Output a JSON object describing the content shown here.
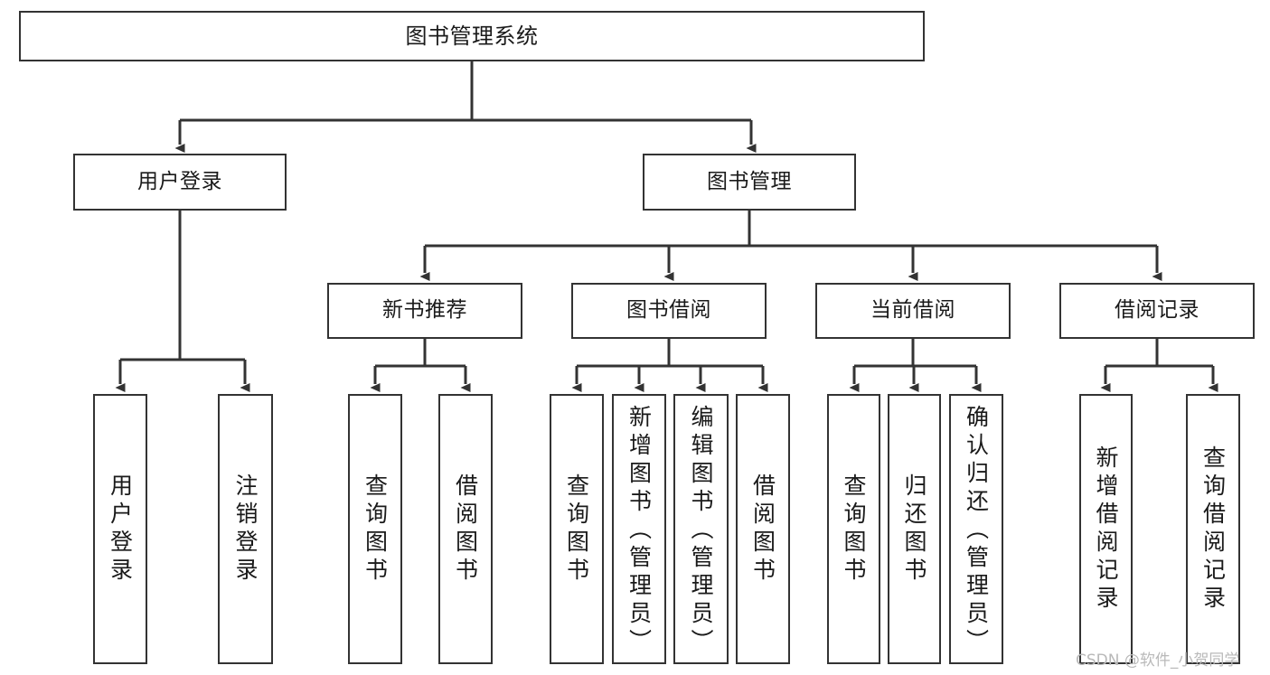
{
  "diagram": {
    "type": "tree-structure-chart",
    "title": "图书管理系统",
    "watermark": "CSDN @软件_小贺同学",
    "colors": {
      "stroke": "#333333",
      "fill": "#ffffff",
      "text": "#1a1a1a",
      "watermark": "#b9b9b9"
    },
    "nodes": {
      "root": {
        "label": "图书管理系统"
      },
      "level2": [
        {
          "id": "user-login",
          "label": "用户登录"
        },
        {
          "id": "book-manage",
          "label": "图书管理"
        }
      ],
      "level3": [
        {
          "id": "new-book-rec",
          "label": "新书推荐"
        },
        {
          "id": "book-borrow",
          "label": "图书借阅"
        },
        {
          "id": "current-borrow",
          "label": "当前借阅"
        },
        {
          "id": "borrow-record",
          "label": "借阅记录"
        }
      ],
      "leaves": {
        "user_login": [
          {
            "id": "leaf-user-login",
            "label": "用户登录"
          },
          {
            "id": "leaf-logout-login",
            "label": "注销登录"
          }
        ],
        "new_book_rec": [
          {
            "id": "leaf-query-book-1",
            "label": "查询图书"
          },
          {
            "id": "leaf-borrow-book-1",
            "label": "借阅图书"
          }
        ],
        "book_borrow": [
          {
            "id": "leaf-query-book-2",
            "label": "查询图书"
          },
          {
            "id": "leaf-add-book",
            "label": "新增图书（管理员）"
          },
          {
            "id": "leaf-edit-book",
            "label": "编辑图书（管理员）"
          },
          {
            "id": "leaf-borrow-book-2",
            "label": "借阅图书"
          }
        ],
        "current_borrow": [
          {
            "id": "leaf-query-book-3",
            "label": "查询图书"
          },
          {
            "id": "leaf-return-book",
            "label": "归还图书"
          },
          {
            "id": "leaf-confirm-return",
            "label": "确认归还（管理员）"
          }
        ],
        "borrow_record": [
          {
            "id": "leaf-add-record",
            "label": "新增借阅记录"
          },
          {
            "id": "leaf-query-record",
            "label": "查询借阅记录"
          }
        ]
      }
    }
  }
}
